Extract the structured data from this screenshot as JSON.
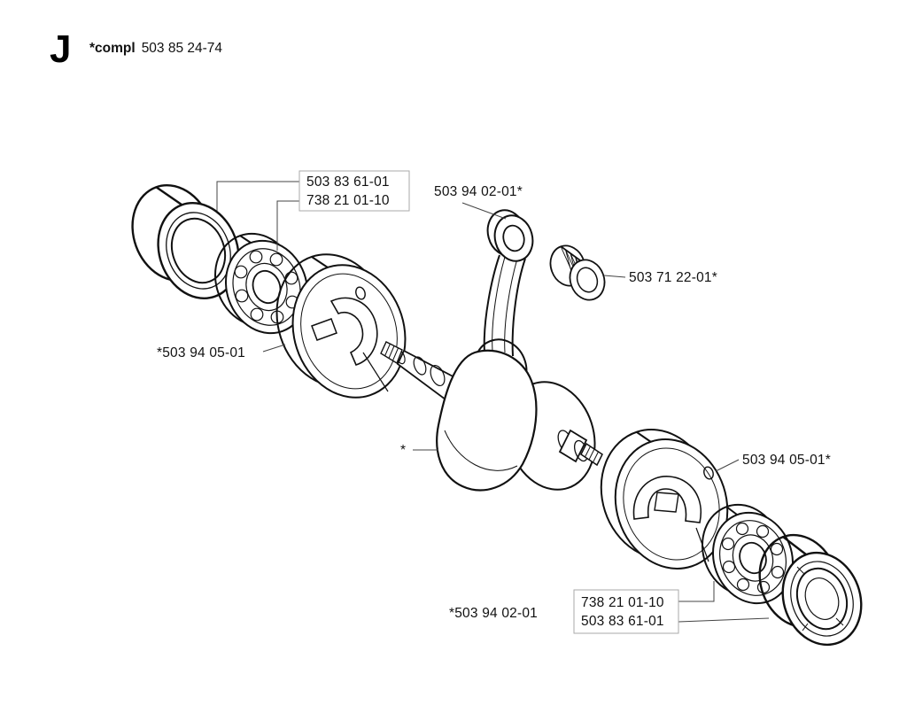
{
  "header": {
    "section_letter": "J",
    "assembly_prefix": "*compl",
    "assembly_number": "503 85 24-74"
  },
  "labels": {
    "top_group": {
      "line1": "503 83 61-01",
      "line2": "738 21 01-10"
    },
    "conrod_top": "503 94 02-01*",
    "needle_bearing": "503 71 22-01*",
    "crank_half_left": "*503 94 05-01",
    "crankshaft": "*",
    "crank_half_right": "503 94 05-01*",
    "conrod_bottom": "*503 94 02-01",
    "bottom_group": {
      "line1": "738 21 01-10",
      "line2": "503 83 61-01"
    }
  },
  "parts": [
    "seal-ring-left",
    "ball-bearing-left",
    "crank-half-left",
    "crankshaft-with-connecting-rod",
    "needle-bearing-cage",
    "crank-half-right",
    "ball-bearing-right",
    "seal-ring-right"
  ],
  "colors": {
    "line": "#111111",
    "leader": "#444444",
    "box_border": "#aaaaaa",
    "background": "#ffffff"
  }
}
